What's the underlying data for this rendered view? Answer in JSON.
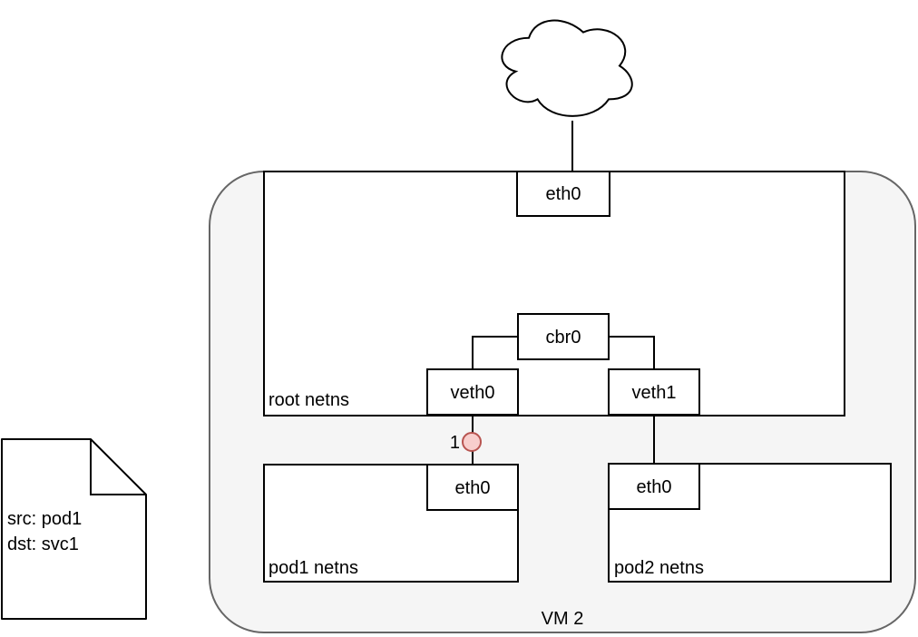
{
  "diagram": {
    "vm": {
      "label": "VM 2"
    },
    "cloud": {
      "icon": "internet-cloud"
    },
    "root_netns": {
      "label": "root netns",
      "eth0": "eth0",
      "bridge": "cbr0",
      "veth0": "veth0",
      "veth1": "veth1"
    },
    "pod1_netns": {
      "label": "pod1 netns",
      "eth0": "eth0"
    },
    "pod2_netns": {
      "label": "pod2 netns",
      "eth0": "eth0"
    },
    "marker": {
      "label": "1",
      "icon": "step-marker-dot"
    },
    "note": {
      "icon": "document-note",
      "lines": [
        "src: pod1",
        "dst: svc1"
      ]
    },
    "colors": {
      "vm_fill": "#f5f5f5",
      "vm_stroke": "#666666",
      "box_fill": "#ffffff",
      "box_stroke": "#000000",
      "marker_fill": "#f8cecc",
      "marker_stroke": "#b85450",
      "text": "#000000"
    }
  }
}
